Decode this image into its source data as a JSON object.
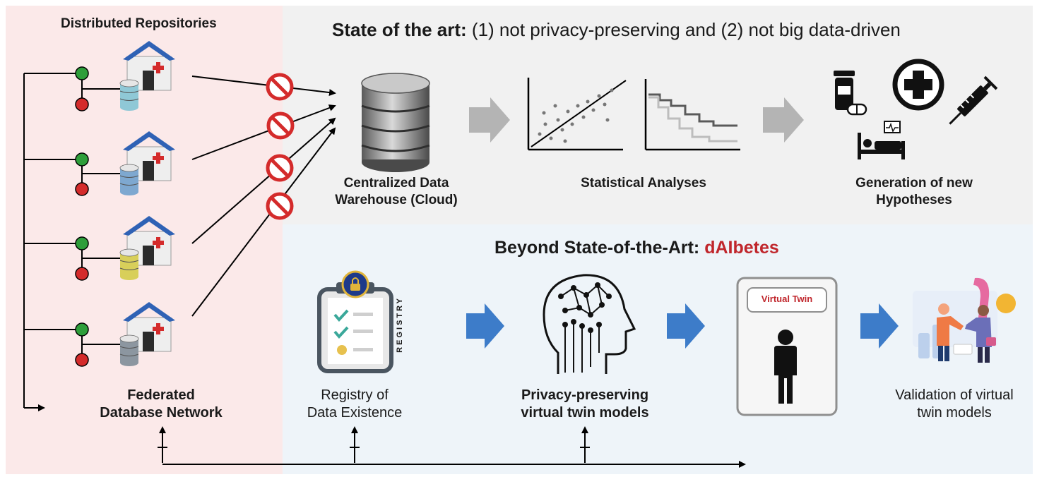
{
  "left_panel": {
    "title": "Distributed Repositories",
    "caption_line1": "Federated",
    "caption_line2": "Database Network"
  },
  "top_panel": {
    "title_bold": "State of the art:",
    "title_rest": " (1) not privacy-preserving and (2) not big data-driven",
    "warehouse_line1": "Centralized Data",
    "warehouse_line2": "Warehouse (Cloud)",
    "analyses_label": "Statistical Analyses",
    "hypotheses_line1": "Generation of new",
    "hypotheses_line2": "Hypotheses"
  },
  "bottom_panel": {
    "title_prefix": "Beyond State-of-the-Art: ",
    "title_accent": "dAIbetes",
    "registry_line1": "Registry of",
    "registry_line2": "Data Existence",
    "registry_vertical": "REGISTRY",
    "models_line1": "Privacy-preserving",
    "models_line2": "virtual twin models",
    "virtual_twin_badge": "Virtual Twin",
    "validation_line1": "Validation of virtual",
    "validation_line2": "twin models"
  },
  "colors": {
    "accent_red": "#c0262c",
    "arrow_gray": "#b4b4b4",
    "arrow_blue": "#3d7cc9",
    "node_green": "#2e9e3a",
    "node_red": "#d42b2b",
    "db_teal": "#8fc8d6",
    "db_blue": "#7ea8d0",
    "db_yellow": "#d8cf5a",
    "db_gray": "#8c96a0"
  },
  "icons": [
    "hospital-icon",
    "database-icon",
    "blocked-icon",
    "scatter-plot-icon",
    "survival-curve-icon",
    "pill-bottle-icon",
    "medical-cross-icon",
    "syringe-icon",
    "hospital-bed-icon",
    "clipboard-icon",
    "ai-head-icon",
    "person-icon",
    "handshake-icon"
  ]
}
